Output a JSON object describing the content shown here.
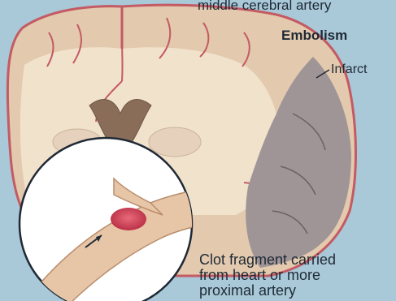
{
  "labels": {
    "top_caption": "middle cerebral artery",
    "embolism": "Embolism",
    "infarct": "Infarct",
    "clot_line1": "Clot fragment carried",
    "clot_line2": "from heart or more",
    "clot_line3": "proximal artery"
  },
  "colors": {
    "background": "#a9c8d8",
    "brain_tissue": "#e9d4ba",
    "gray_matter": "#dcbfa0",
    "white_matter": "#f6ecdc",
    "infarct": "#9f9596",
    "artery": "#c45a63",
    "clot": "#c93a50",
    "vessel": "#e7c5a7",
    "inset_bg": "#ffffff",
    "text": "#1f2a36"
  }
}
